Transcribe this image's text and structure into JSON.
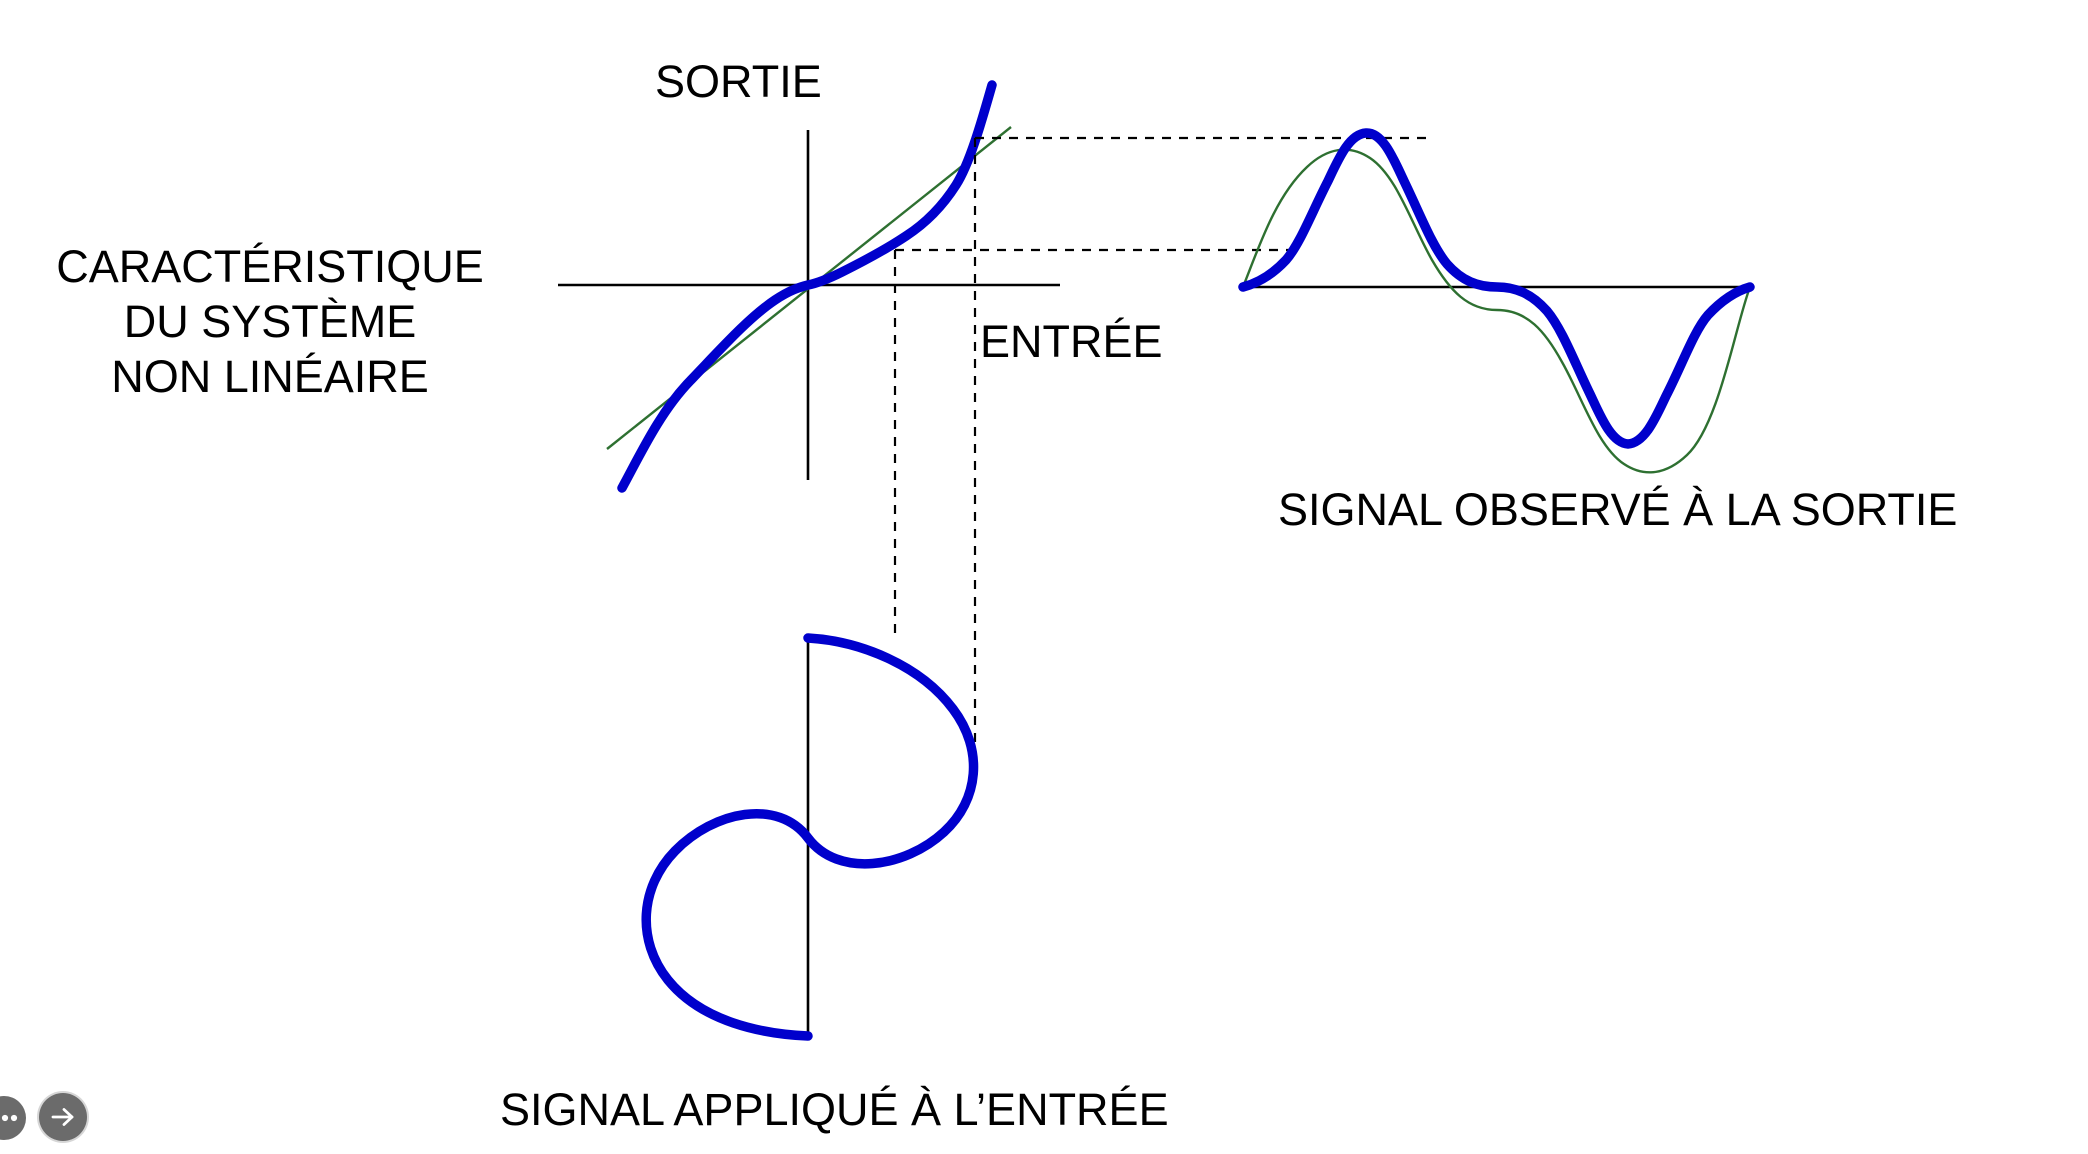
{
  "slide": {
    "background_color": "#ffffff",
    "labels": {
      "characteristic": "CARACTÉRISTIQUE\nDU SYSTÈME\nNON LINÉAIRE",
      "characteristic_line1": "CARACTÉRISTIQUE",
      "characteristic_line2": "DU SYSTÈME",
      "characteristic_line3": "NON LINÉAIRE",
      "y_axis": "SORTIE",
      "x_axis": "ENTRÉE",
      "output_signal": "SIGNAL OBSERVÉ À LA SORTIE",
      "input_signal": "SIGNAL APPLIQUÉ À L’ENTRÉE"
    }
  },
  "colors": {
    "curve_blue": "#0000CC",
    "reference_green": "#2E7031",
    "axis_black": "#000000",
    "dash_black": "#000000",
    "text_black": "#000000",
    "nav_gray": "#6b6b6b"
  },
  "navigation": {
    "more_label": "•••",
    "more_icon": "ellipsis-icon",
    "next_icon": "arrow-right-icon"
  },
  "chart_data": [
    {
      "type": "line",
      "name": "transfer-characteristic",
      "title": "CARACTÉRISTIQUE DU SYSTÈME NON LINÉAIRE",
      "xlabel": "ENTRÉE",
      "ylabel": "SORTIE",
      "description": "S-shaped (expansive cubic) input/output transfer curve of a non-linear system, compared to the ideal linear response.",
      "xlim": [
        -1.3,
        1.0
      ],
      "ylim": [
        -1.35,
        1.35
      ],
      "grid": false,
      "legend": "none",
      "series": [
        {
          "name": "non-linear characteristic",
          "color": "#0000CC",
          "style": "solid-thick",
          "equation": "y = x + 0.9*x^3 (expansive, odd-symmetric)",
          "x": [
            -1.3,
            -1.15,
            -1.0,
            -0.85,
            -0.7,
            -0.55,
            -0.4,
            -0.25,
            -0.1,
            0.0,
            0.1,
            0.25,
            0.4,
            0.55,
            0.7,
            0.85,
            0.95
          ],
          "y": [
            -1.35,
            -1.1,
            -0.88,
            -0.7,
            -0.56,
            -0.43,
            -0.31,
            -0.19,
            -0.07,
            0.0,
            0.07,
            0.19,
            0.31,
            0.43,
            0.6,
            0.92,
            1.3
          ]
        },
        {
          "name": "ideal linear reference",
          "color": "#2E7031",
          "style": "solid-thin",
          "equation": "y = x",
          "x": [
            -1.1,
            0.0,
            1.0
          ],
          "y": [
            -1.1,
            0.0,
            1.0
          ]
        }
      ]
    },
    {
      "type": "line",
      "name": "input-signal-waveform",
      "title": "SIGNAL APPLIQUÉ À L’ENTRÉE",
      "orientation": "vertical-time-axis",
      "description": "Pure sinusoidal input drawn with time running downward along the vertical axis; amplitude measured horizontally.",
      "grid": false,
      "legend": "none",
      "series": [
        {
          "name": "input sine",
          "color": "#0000CC",
          "style": "solid-thick",
          "equation": "x(t) = A*sin(2*pi*t/T), one full cycle",
          "t": [
            0.0,
            0.125,
            0.25,
            0.375,
            0.5,
            0.625,
            0.75,
            0.875,
            1.0
          ],
          "amplitude": [
            0.0,
            0.71,
            1.0,
            0.71,
            0.0,
            -0.71,
            -1.0,
            -0.71,
            0.0
          ]
        }
      ]
    },
    {
      "type": "line",
      "name": "output-signal-waveform",
      "title": "SIGNAL OBSERVÉ À LA SORTIE",
      "description": "Distorted output waveform (blue) produced by passing the sine through the non-linear characteristic, overlaid on the undistorted reference sine (green). Peaks are sharpened and amplified.",
      "grid": false,
      "legend": "none",
      "series": [
        {
          "name": "distorted output",
          "color": "#0000CC",
          "style": "solid-thick",
          "equation": "y(t) = s(t) + 0.9*s(t)^3, s(t) = sin(2*pi*t/T)",
          "t": [
            0.0,
            0.0625,
            0.125,
            0.1875,
            0.25,
            0.3125,
            0.375,
            0.4375,
            0.5,
            0.5625,
            0.625,
            0.6875,
            0.75,
            0.8125,
            0.875,
            0.9375,
            1.0
          ],
          "values": [
            0.0,
            0.4,
            0.7,
            0.94,
            1.05,
            0.94,
            0.7,
            0.4,
            0.0,
            -0.4,
            -0.7,
            -0.94,
            -1.05,
            -0.94,
            -0.7,
            -0.4,
            0.0
          ]
        },
        {
          "name": "reference sine",
          "color": "#2E7031",
          "style": "solid-thin",
          "equation": "s(t) = sin(2*pi*t/T)",
          "t": [
            0.0,
            0.0625,
            0.125,
            0.1875,
            0.25,
            0.3125,
            0.375,
            0.4375,
            0.5,
            0.5625,
            0.625,
            0.6875,
            0.75,
            0.8125,
            0.875,
            0.9375,
            1.0
          ],
          "values": [
            0.0,
            0.38,
            0.71,
            0.92,
            1.0,
            0.92,
            0.71,
            0.38,
            0.0,
            -0.38,
            -0.71,
            -0.92,
            -1.0,
            -0.92,
            -0.71,
            -0.38,
            0.0
          ]
        }
      ],
      "annotations": [
        {
          "name": "peak-projection",
          "type": "dashed-horizontal",
          "note": "links output peak to characteristic curve value"
        },
        {
          "name": "mid-projection",
          "type": "dashed-horizontal",
          "note": "links intermediate level to characteristic curve value"
        }
      ]
    }
  ]
}
